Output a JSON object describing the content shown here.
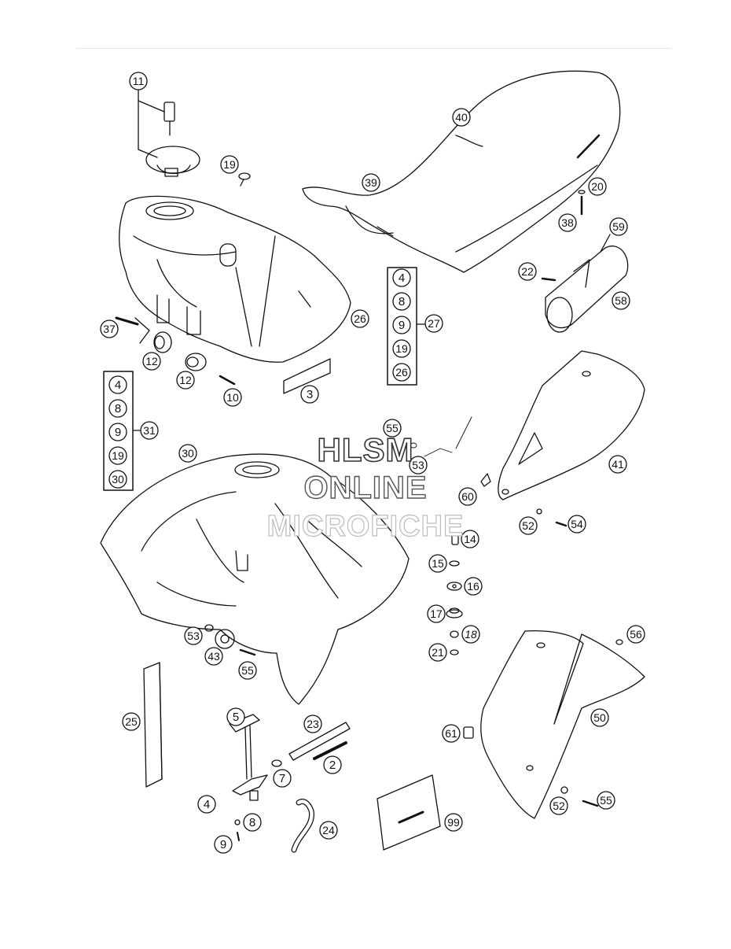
{
  "watermark": {
    "line1": "HLSM",
    "line2": "ONLINE",
    "line3": "MICROFICHE"
  },
  "labels": {
    "l11": "11",
    "l19a": "19",
    "l40": "40",
    "l39": "39",
    "l20": "20",
    "l38": "38",
    "l59": "59",
    "l22": "22",
    "l58": "58",
    "l26": "26",
    "l27": "27",
    "l37": "37",
    "l12a": "12",
    "l12b": "12",
    "l10": "10",
    "l3": "3",
    "l31": "31",
    "l30": "30",
    "l55a": "55",
    "l53a": "53",
    "l41": "41",
    "l60": "60",
    "l52a": "52",
    "l54": "54",
    "l14": "14",
    "l15": "15",
    "l16": "16",
    "l17": "17",
    "l18": "18",
    "l21": "21",
    "l53b": "53",
    "l43": "43",
    "l55b": "55",
    "l56": "56",
    "l50": "50",
    "l25": "25",
    "l5": "5",
    "l23": "23",
    "l7": "7",
    "l2": "2",
    "l4a": "4",
    "l8a": "8",
    "l9a": "9",
    "l24": "24",
    "l61": "61",
    "l99": "99",
    "l52b": "52",
    "l55c": "55"
  },
  "box27": [
    "4",
    "8",
    "9",
    "19",
    "26"
  ],
  "box31": [
    "4",
    "8",
    "9",
    "19",
    "30"
  ]
}
